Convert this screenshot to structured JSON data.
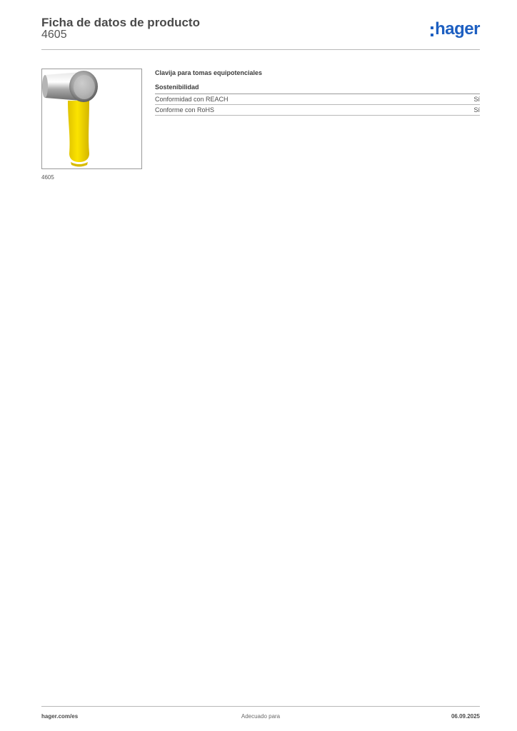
{
  "header": {
    "title": "Ficha de datos de producto",
    "reference": "4605",
    "logo_text": "hager",
    "brand_color": "#1d5fc1"
  },
  "product": {
    "image_caption": "4605",
    "name": "Clavija para tomas equipotenciales",
    "handle_color": "#f2d400"
  },
  "sections": [
    {
      "title": "Sostenibilidad",
      "rows": [
        {
          "label": "Conformidad con REACH",
          "value": "Sí"
        },
        {
          "label": "Conforme con RoHS",
          "value": "Sí"
        }
      ]
    }
  ],
  "footer": {
    "website": "hager.com/es",
    "center_text": "Adecuado para",
    "date": "06.09.2025"
  }
}
